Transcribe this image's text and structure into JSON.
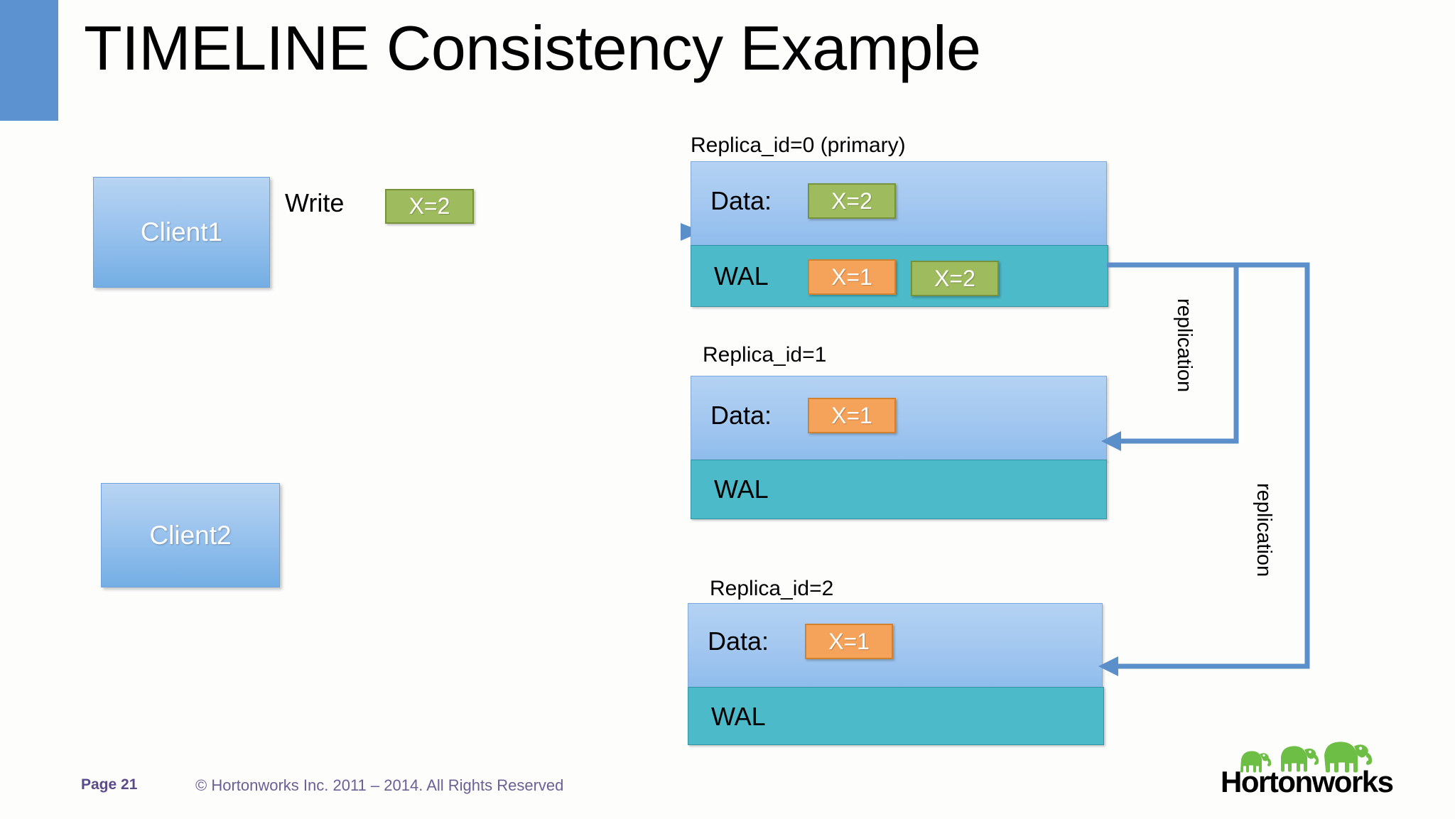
{
  "slide": {
    "title": "TIMELINE Consistency Example",
    "accent_color": "#5b92cf"
  },
  "colors": {
    "client_box": "#9cc4ee",
    "data_pane": "#a4c8f0",
    "wal_pane": "#4cbac8",
    "badge_green": "#9ebb5e",
    "badge_orange": "#f5a35a",
    "arrow": "#5b8fc9",
    "footer_text": "#6b5f96",
    "logo_green": "#6dbe45"
  },
  "clients": [
    {
      "id": "client1",
      "label": "Client1"
    },
    {
      "id": "client2",
      "label": "Client2"
    }
  ],
  "write_flow": {
    "label": "Write",
    "value": "X=2",
    "value_color": "green",
    "arrow_icon": "right-arrow-icon"
  },
  "replicas": [
    {
      "caption": "Replica_id=0 (primary)",
      "data_label": "Data:",
      "data_values": [
        {
          "text": "X=2",
          "color": "green"
        }
      ],
      "wal_label": "WAL",
      "wal_values": [
        {
          "text": "X=1",
          "color": "orange"
        },
        {
          "text": "X=2",
          "color": "green"
        }
      ]
    },
    {
      "caption": "Replica_id=1",
      "data_label": "Data:",
      "data_values": [
        {
          "text": "X=1",
          "color": "orange"
        }
      ],
      "wal_label": "WAL",
      "wal_values": []
    },
    {
      "caption": "Replica_id=2",
      "data_label": "Data:",
      "data_values": [
        {
          "text": "X=1",
          "color": "orange"
        }
      ],
      "wal_label": "WAL",
      "wal_values": []
    }
  ],
  "replication_links": [
    {
      "label": "replication",
      "from": "Replica_id=0",
      "to": "Replica_id=1"
    },
    {
      "label": "replication",
      "from": "Replica_id=0",
      "to": "Replica_id=2"
    }
  ],
  "footer": {
    "page": "Page 21",
    "copyright": "© Hortonworks Inc. 2011 – 2014. All Rights Reserved",
    "logo_text": "Hortonworks",
    "logo_icon": "elephants-icon"
  }
}
